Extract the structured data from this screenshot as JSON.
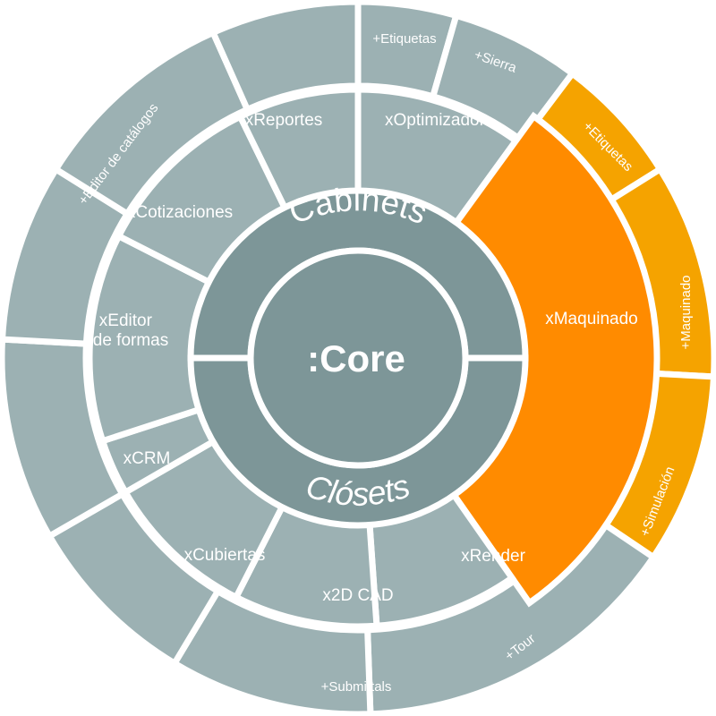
{
  "colors": {
    "core": "#7d9698",
    "ring": "#7d9698",
    "module": "#9cb1b3",
    "outer": "#9cb1b3",
    "highlight_module": "#ff8b00",
    "highlight_outer": "#f5a300",
    "divider": "#ffffff",
    "text": "#ffffff"
  },
  "core": {
    "label": ":Core"
  },
  "middle_ring": [
    {
      "id": "cabinets",
      "label": "Cabinets"
    },
    {
      "id": "closets",
      "label": "Clósets"
    }
  ],
  "modules": [
    {
      "id": "xoptimizador",
      "label": "xOptimizador",
      "highlight": false
    },
    {
      "id": "xmaquinado",
      "label": "xMaquinado",
      "highlight": true
    },
    {
      "id": "xrender",
      "label": "xRender",
      "highlight": false
    },
    {
      "id": "x2dcad",
      "label": "x2D CAD",
      "highlight": false
    },
    {
      "id": "xcubiertas",
      "label": "xCubiertas",
      "highlight": false
    },
    {
      "id": "xcrm",
      "label": "xCRM",
      "highlight": false
    },
    {
      "id": "xeditor-formas",
      "label": "xEditor\nde formas",
      "highlight": false
    },
    {
      "id": "xcotizaciones",
      "label": "xCotizaciones",
      "highlight": false
    },
    {
      "id": "xreportes",
      "label": "xReportes",
      "highlight": false
    }
  ],
  "addons": [
    {
      "id": "etiquetas-top",
      "label": "+Etiquetas",
      "highlight": false
    },
    {
      "id": "sierra",
      "label": "+Sierra",
      "highlight": false
    },
    {
      "id": "etiquetas-maq",
      "label": "+Etiquetas",
      "highlight": true
    },
    {
      "id": "maquinado",
      "label": "+Maquinado",
      "highlight": true
    },
    {
      "id": "simulacion",
      "label": "+Simulación",
      "highlight": true
    },
    {
      "id": "tour",
      "label": "+Tour",
      "highlight": false
    },
    {
      "id": "submittals",
      "label": "+Submittals",
      "highlight": false
    },
    {
      "id": "blank-1",
      "label": "",
      "highlight": false
    },
    {
      "id": "blank-2",
      "label": "",
      "highlight": false
    },
    {
      "id": "blank-3",
      "label": "",
      "highlight": false
    },
    {
      "id": "editor-catalogos",
      "label": "+Editor de catálogos",
      "highlight": false
    },
    {
      "id": "blank-4",
      "label": "",
      "highlight": false
    }
  ]
}
